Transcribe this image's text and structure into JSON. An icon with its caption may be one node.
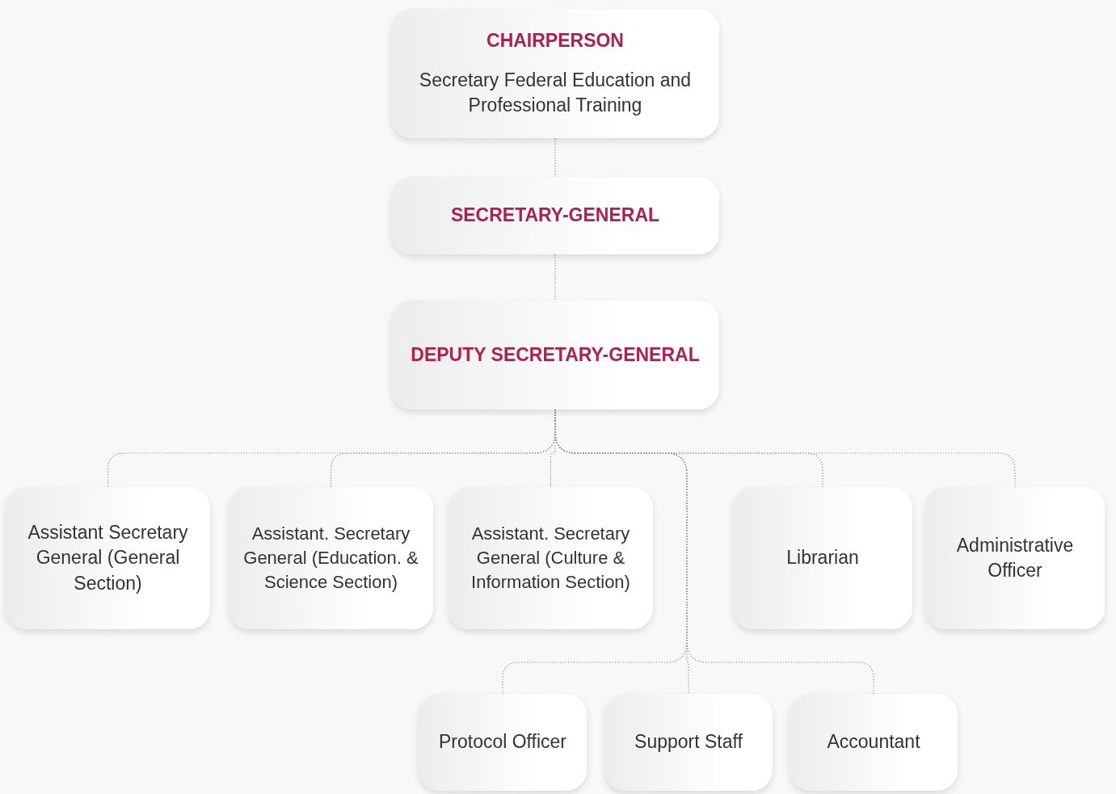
{
  "diagram": {
    "nodes": [
      {
        "text": [
          "CHAIRPERSON",
          "Secretary Federal Education and Professional Training"
        ]
      },
      {
        "text": [
          "SECRETARY-GENERAL"
        ]
      },
      {
        "text": [
          "DEPUTY SECRETARY-GENERAL"
        ]
      },
      {
        "text": [
          "Assistant Secretary General (General Section)"
        ]
      },
      {
        "text": [
          "Assistant. Secretary General (Education. & Science Section)"
        ]
      },
      {
        "text": [
          "Assistant. Secretary General (Culture & Information Section)"
        ]
      },
      {
        "text": [
          "Librarian"
        ]
      },
      {
        "text": [
          "Administrative Officer"
        ]
      },
      {
        "text": [
          "Protocol Officer"
        ]
      },
      {
        "text": [
          "Support Staff"
        ]
      },
      {
        "text": [
          "Accountant"
        ]
      }
    ],
    "edges": [
      {
        "from": 0,
        "to": 1,
        "arrow": "none"
      },
      {
        "from": 1,
        "to": 2,
        "arrow": "none"
      },
      {
        "from": 2,
        "to": 3,
        "arrow": "none"
      },
      {
        "from": 2,
        "to": 4,
        "arrow": "none"
      },
      {
        "from": 2,
        "to": 5,
        "arrow": "none"
      },
      {
        "from": 2,
        "to": 6,
        "arrow": "none"
      },
      {
        "from": 2,
        "to": 7,
        "arrow": "none"
      },
      {
        "from": 2,
        "to": 8,
        "arrow": "none"
      },
      {
        "from": 2,
        "to": 9,
        "arrow": "none"
      },
      {
        "from": 2,
        "to": 10,
        "arrow": "none"
      }
    ]
  }
}
